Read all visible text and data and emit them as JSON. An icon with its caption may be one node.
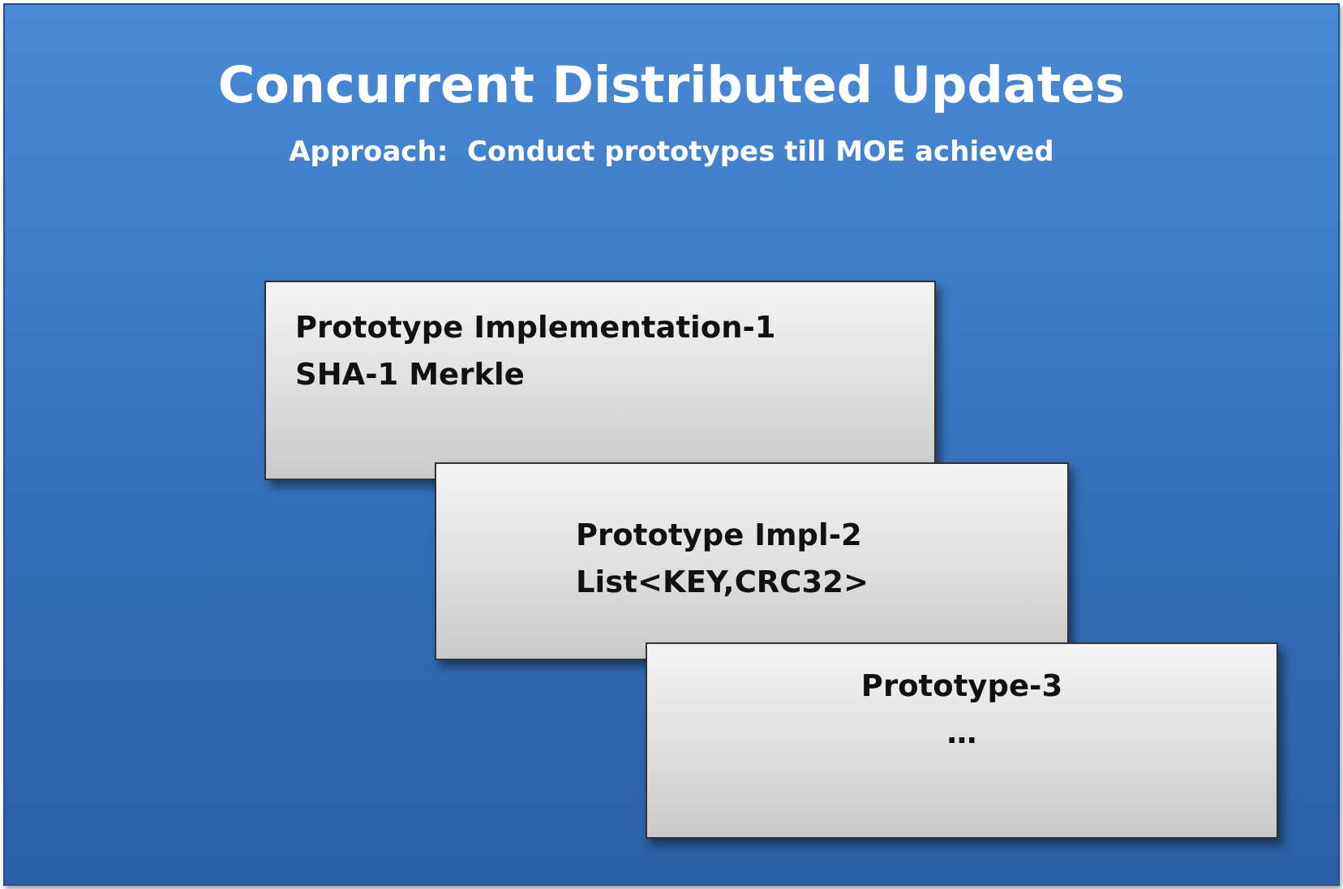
{
  "diagram": {
    "title": "Concurrent Distributed Updates",
    "nodes": [
      {
        "text": [
          "Prototype Implementation-1",
          "SHA-1 Merkle"
        ]
      },
      {
        "text": [
          "Prototype Impl-2",
          "List<KEY,CRC32>"
        ]
      },
      {
        "text": [
          "Prototype-3",
          "…"
        ]
      }
    ],
    "labels": [
      "Approach:  Conduct prototypes till MOE achieved"
    ]
  }
}
